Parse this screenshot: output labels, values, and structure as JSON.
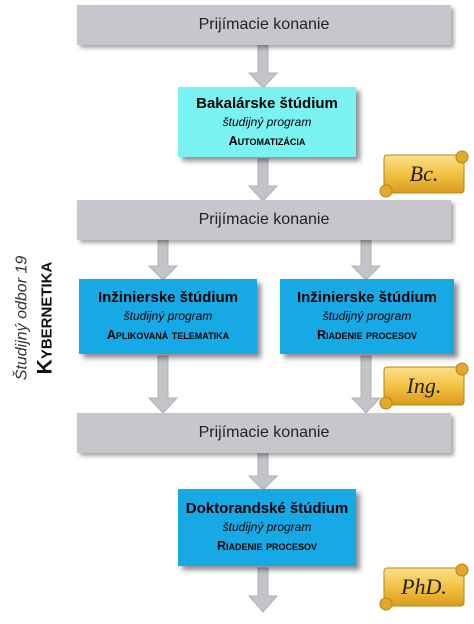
{
  "side": {
    "subtitle": "Študijný odbor 19",
    "title": "Kybernetika"
  },
  "admission": {
    "label1": "Prijímacie konanie",
    "label2": "Prijímacie konanie",
    "label3": "Prijímacie konanie"
  },
  "bachelor": {
    "title": "Bakalárske štúdium",
    "subtitle": "študijný program",
    "program": "Automatizácia"
  },
  "engineering_left": {
    "title": "Inžinierske štúdium",
    "subtitle": "študijný program",
    "program": "Aplikovaná telematika"
  },
  "engineering_right": {
    "title": "Inžinierske štúdium",
    "subtitle": "študijný program",
    "program": "Riadenie procesov"
  },
  "doctoral": {
    "title": "Doktorandské štúdium",
    "subtitle": "študijný program",
    "program": "Riadenie procesov"
  },
  "degrees": {
    "bc": "Bc.",
    "ing": "Ing.",
    "phd": "PhD."
  },
  "colors": {
    "admission_bar": "#c6c6cc",
    "bachelor_box": "#7af2f2",
    "master_doctoral_box": "#17a9e6",
    "arrow": "#c4c4c8",
    "scroll": "#f5c64a"
  }
}
